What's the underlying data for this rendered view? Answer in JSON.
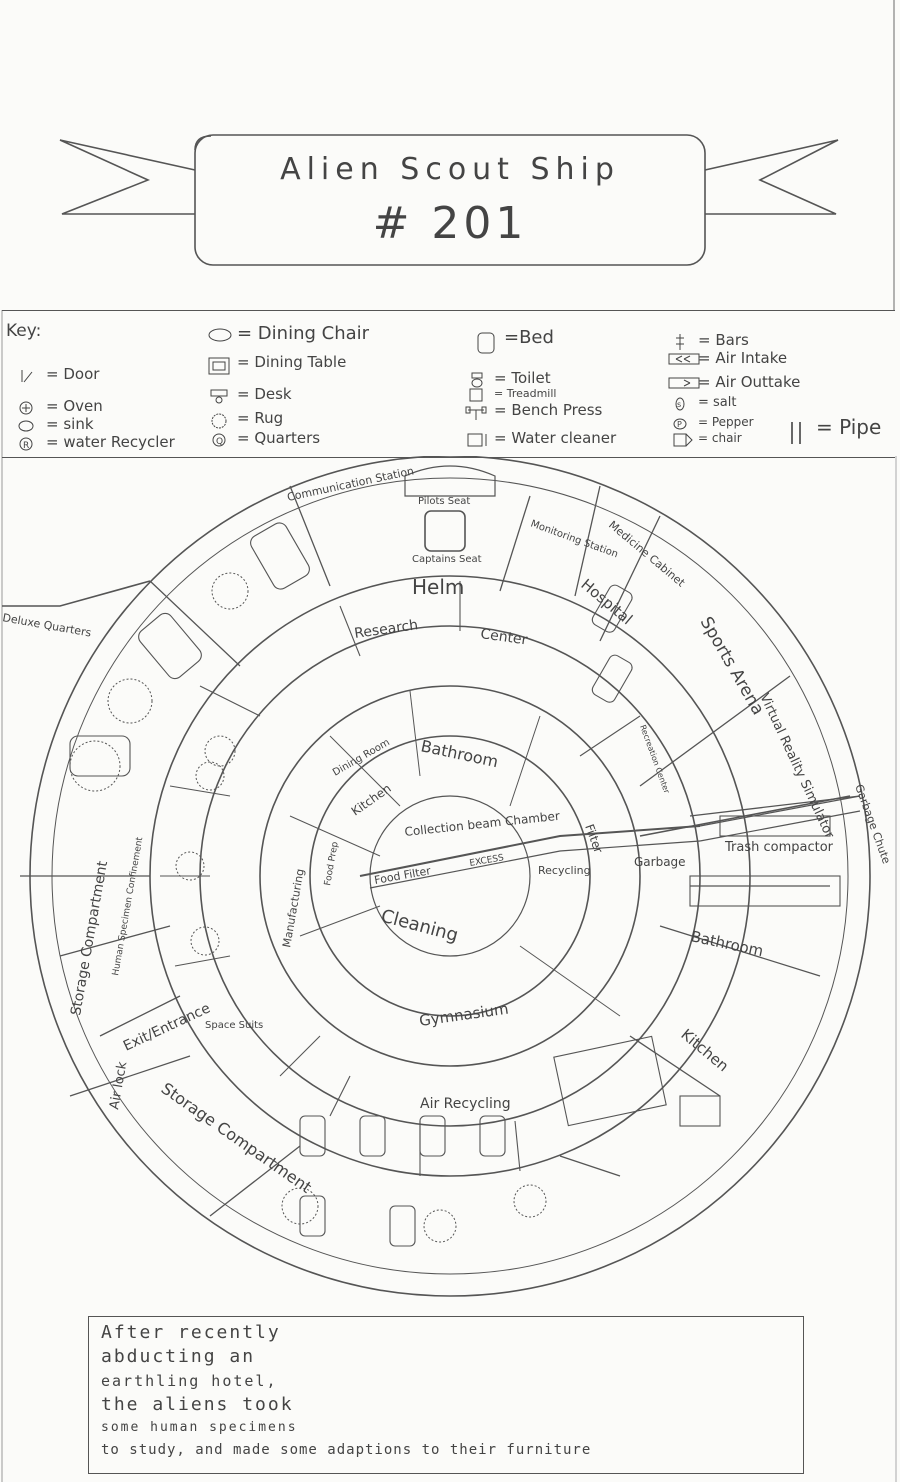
{
  "title": {
    "line1": "Alien Scout Ship",
    "line2": "# 201"
  },
  "key": {
    "heading": "Key:",
    "items": [
      {
        "symbol": "door-icon",
        "label": "= Door"
      },
      {
        "symbol": "oven-icon",
        "label": "= Oven"
      },
      {
        "symbol": "sink-icon",
        "label": "= sink"
      },
      {
        "symbol": "water-recycler-icon",
        "label": "= water Recycler"
      },
      {
        "symbol": "dining-chair-icon",
        "label": "= Dining Chair"
      },
      {
        "symbol": "dining-table-icon",
        "label": "= Dining Table"
      },
      {
        "symbol": "desk-icon",
        "label": "= Desk"
      },
      {
        "symbol": "rug-icon",
        "label": "= Rug"
      },
      {
        "symbol": "quarters-icon",
        "label": "= Quarters"
      },
      {
        "symbol": "bed-icon",
        "label": "=Bed"
      },
      {
        "symbol": "toilet-icon",
        "label": "= Toilet"
      },
      {
        "symbol": "treadmill-icon",
        "label": "= Treadmill"
      },
      {
        "symbol": "bench-press-icon",
        "label": "= Bench Press"
      },
      {
        "symbol": "water-cleaner-icon",
        "label": "= Water cleaner"
      },
      {
        "symbol": "bars-icon",
        "label": "= Bars"
      },
      {
        "symbol": "air-intake-icon",
        "label": "= Air Intake"
      },
      {
        "symbol": "air-outtake-icon",
        "label": "= Air Outtake"
      },
      {
        "symbol": "salt-icon",
        "label": "= salt"
      },
      {
        "symbol": "pepper-icon",
        "label": "= Pepper"
      },
      {
        "symbol": "chair-icon",
        "label": "= chair"
      },
      {
        "symbol": "pipe-icon",
        "label": "= Pipe"
      }
    ]
  },
  "rooms": {
    "outer": {
      "communication": "Communication Station",
      "pilots_seat": "Pilots Seat",
      "captains_seat": "Captains Seat",
      "helm": "Helm",
      "monitoring": "Monitoring Station",
      "medicine": "Medicine Cabinet",
      "hospital": "Hospital",
      "sports": "Sports Arena",
      "vr": "Virtual Reality Simulator",
      "garbage_chute": "Garbage Chute",
      "trash": "Trash compactor",
      "garbage": "Garbage",
      "bathroom": "Bathroom",
      "kitchen": "Kitchen",
      "air_recycling": "Air Recycling",
      "storage": "Storage Compartment",
      "airlock": "Air lock",
      "exit": "Exit/Entrance",
      "space_suits": "Space Suits",
      "storage2": "Storage Compartment",
      "human_confinement": "Human Specimen Confinement",
      "deluxe": "Deluxe Quarters"
    },
    "middle": {
      "research": "Research",
      "center": "Center",
      "recreation": "Recreation Center",
      "gymnasium": "Gymnasium",
      "manufacturing": "Manufacturing"
    },
    "inner": {
      "bathroom": "Bathroom",
      "dining": "Dining Room",
      "kitchen": "Kitchen",
      "collection": "Collection beam Chamber",
      "filter": "Filter",
      "recycling": "Recycling",
      "food_filter": "Food Filter",
      "excess": "EXCESS",
      "food_prep": "Food Prep",
      "cleaning": "Cleaning"
    }
  },
  "note": {
    "lines": [
      "After recently",
      "abducting an",
      "earthling hotel,",
      "the aliens took",
      "some human specimens",
      "to study, and made some adaptions to their furniture"
    ]
  },
  "colors": {
    "ink": "#444444",
    "paper": "#fbfbf9"
  }
}
